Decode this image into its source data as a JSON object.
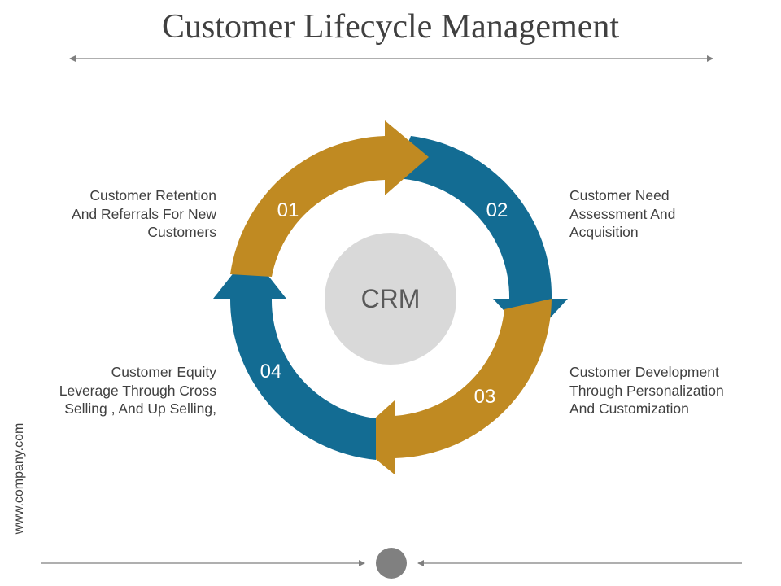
{
  "title": "Customer Lifecycle Management",
  "center_label": "CRM",
  "steps": [
    {
      "number": "01",
      "label": "Customer Retention And Referrals For New Customers",
      "color": "#C08A22"
    },
    {
      "number": "02",
      "label": "Customer Need Assessment And Acquisition",
      "color": "#136C93"
    },
    {
      "number": "03",
      "label": "Customer Development Through Personalization And Customization",
      "color": "#C08A22"
    },
    {
      "number": "04",
      "label": "Customer Equity Leverage Through Cross Selling , And Up Selling,",
      "color": "#136C93"
    }
  ],
  "label_lines": {
    "step1": [
      "Customer Retention",
      "And Referrals For New",
      "Customers"
    ],
    "step2": [
      "Customer Need",
      "Assessment And",
      "Acquisition"
    ],
    "step3": [
      "Customer Development",
      "Through Personalization",
      "And Customization"
    ],
    "step4": [
      "Customer Equity",
      "Leverage Through Cross",
      "Selling , And Up Selling,"
    ]
  },
  "footer_url": "www.company.com",
  "colors": {
    "gold": "#C08A22",
    "blue": "#136C93",
    "center_fill": "#D9D9D9",
    "text": "#404040",
    "rule": "#7F7F7F",
    "nav_dot": "#808080"
  }
}
